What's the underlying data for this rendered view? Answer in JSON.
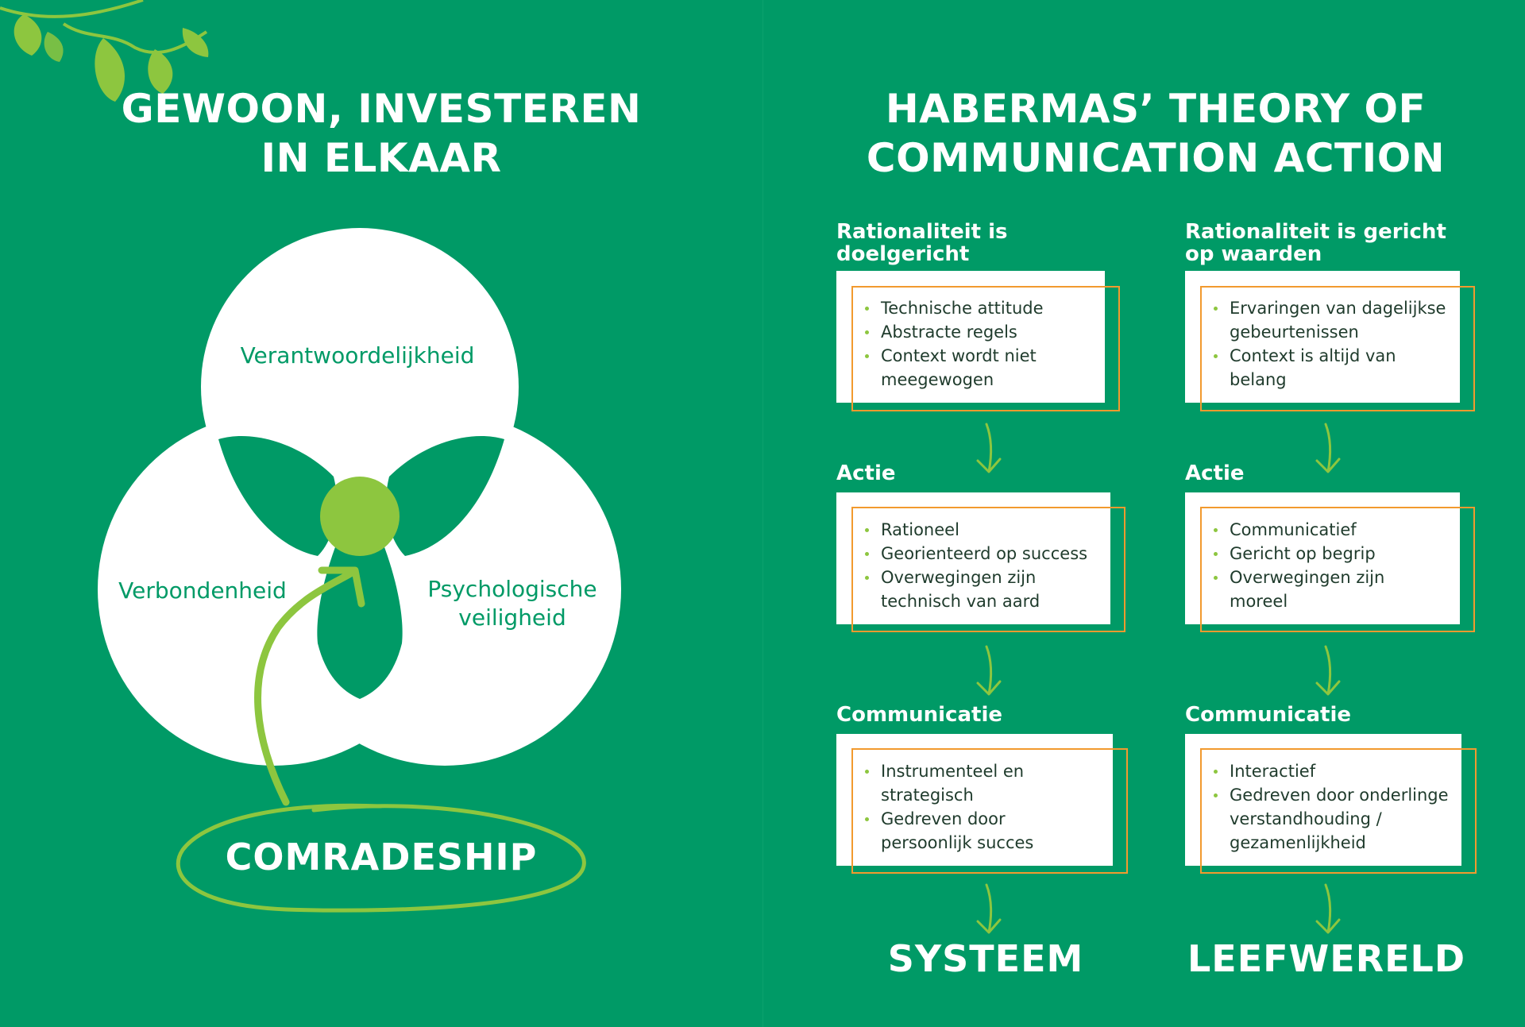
{
  "left": {
    "title_line1": "GEWOON, INVESTEREN",
    "title_line2": "IN ELKAAR",
    "circles": {
      "top": "Verantwoordelijkheid",
      "left": "Verbondenheid",
      "right_line1": "Psychologische",
      "right_line2": "veiligheid"
    },
    "center_label": "COMRADESHIP"
  },
  "right": {
    "title_line1": "HABERMAS’ THEORY OF",
    "title_line2": "COMMUNICATION ACTION",
    "columns": [
      {
        "head_line1": "Rationaliteit is",
        "head_line2": "doelgericht",
        "box1": [
          "Technische attitude",
          "Abstracte regels",
          "Context wordt niet",
          "meegewogen"
        ],
        "action_head": "Actie",
        "box2": [
          "Rationeel",
          "Georienteerd op success",
          "Overwegingen zijn",
          "technisch van aard"
        ],
        "comm_head": "Communicatie",
        "box3": [
          "Instrumenteel en",
          "strategisch",
          "Gedreven door",
          "persoonlijk succes"
        ],
        "outcome": "SYSTEEM"
      },
      {
        "head_line1": "Rationaliteit is gericht",
        "head_line2": "op waarden",
        "box1": [
          "Ervaringen van dagelijkse",
          "gebeurtenissen",
          "Context is altijd van",
          "belang"
        ],
        "action_head": "Actie",
        "box2": [
          "Communicatief",
          "Gericht op begrip",
          "Overwegingen zijn",
          "moreel"
        ],
        "comm_head": "Communicatie",
        "box3": [
          "Interactief",
          "Gedreven door onderlinge",
          "verstandhouding /",
          "gezamenlijkheid"
        ],
        "outcome": "LEEFWERELD"
      }
    ]
  },
  "colors": {
    "background": "#009a66",
    "accent_green": "#8dc63f",
    "frame_orange": "#f29a2e",
    "text_dark": "#1f3b2c"
  }
}
